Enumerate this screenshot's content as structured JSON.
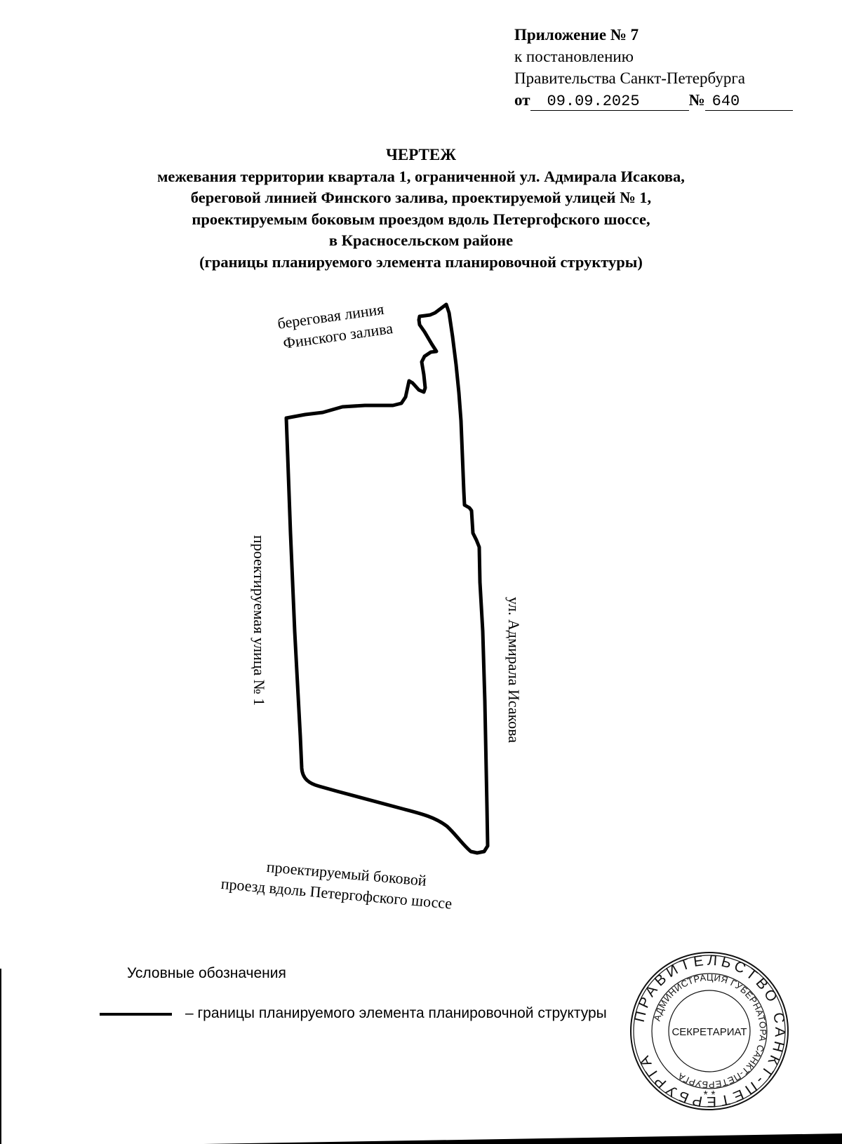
{
  "appendix": {
    "line1": "Приложение № 7",
    "line2": "к постановлению",
    "line3": "Правительства Санкт-Петербурга",
    "from_label": "от",
    "date": "09.09.2025",
    "number_label": "№",
    "number": "640"
  },
  "title": {
    "heading": "ЧЕРТЕЖ",
    "lines": [
      "межевания территории квартала 1, ограниченной ул. Адмирала Исакова,",
      "береговой линией Финского залива, проектируемой улицей № 1,",
      "проектируемым боковым проездом вдоль Петергофского шоссе,",
      "в Красносельском районе",
      "(границы планируемого элемента планировочной структуры)"
    ]
  },
  "map": {
    "labels": {
      "coastline_1": "береговая линия",
      "coastline_2": "Финского залива",
      "west_street": "проектируемая улица № 1",
      "east_street": "ул. Адмирала Исакова",
      "south_road_1": "проектируемый боковой",
      "south_road_2": "проезд вдоль Петергофского шоссе"
    },
    "boundary_color": "#000000"
  },
  "legend": {
    "title": "Условные обозначения",
    "items": [
      {
        "symbol": "solid-black-line",
        "text": "– границы планируемого элемента планировочной структуры"
      }
    ]
  },
  "stamp": {
    "outer_text": "ПРАВИТЕЛЬСТВО САНКТ-ПЕТЕРБУРГА",
    "inner_text": "АДМИНИСТРАЦИЯ ГУБЕРНАТОРА САНКТ-ПЕТЕРБУРГА",
    "center_text": "СЕКРЕТАРИАТ",
    "stars": "* *"
  }
}
